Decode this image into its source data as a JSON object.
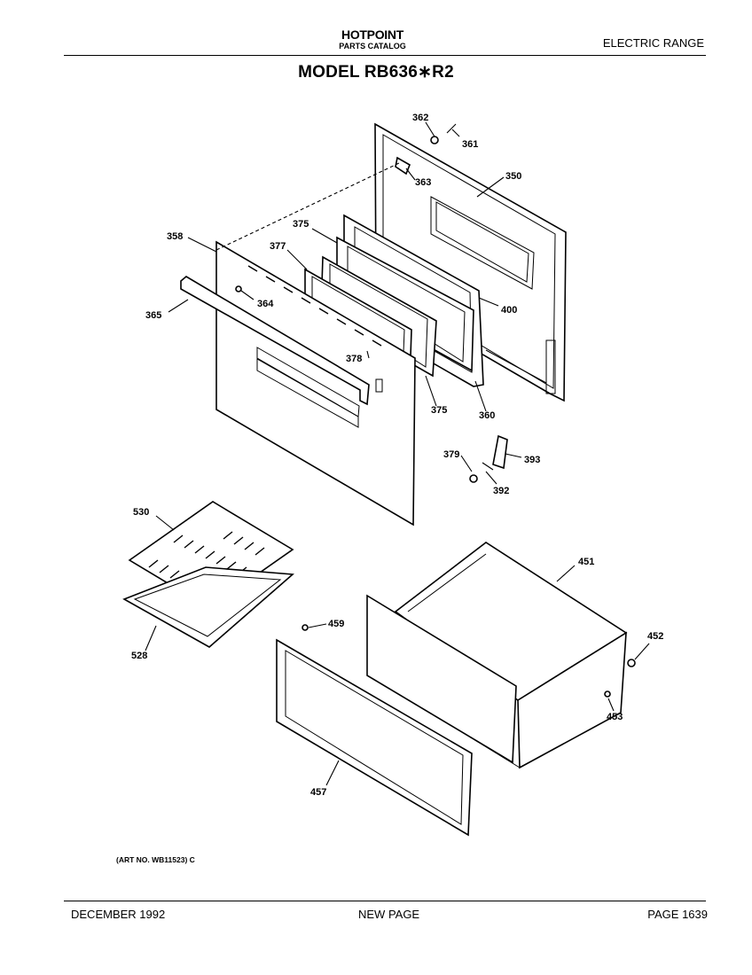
{
  "header": {
    "brand": "HOTPOINT",
    "subtitle": "PARTS CATALOG",
    "category": "ELECTRIC RANGE",
    "model": "MODEL RB636∗R2"
  },
  "art_number": "(ART NO. WB11523) C",
  "footer": {
    "date": "DECEMBER 1992",
    "note": "NEW PAGE",
    "page": "PAGE 1639"
  },
  "part_labels": {
    "p362": "362",
    "p361": "361",
    "p350": "350",
    "p363": "363",
    "p375a": "375",
    "p358": "358",
    "p377": "377",
    "p365": "365",
    "p364": "364",
    "p400": "400",
    "p378": "378",
    "p375b": "375",
    "p360": "360",
    "p379": "379",
    "p393": "393",
    "p392": "392",
    "p530": "530",
    "p451": "451",
    "p459": "459",
    "p452": "452",
    "p528": "528",
    "p453": "453",
    "p457": "457"
  }
}
